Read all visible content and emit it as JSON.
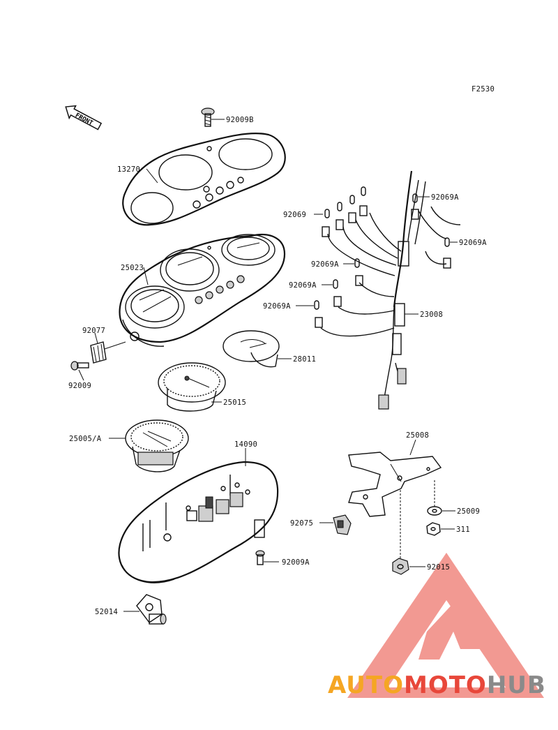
{
  "diagram": {
    "figure_code": "F2530",
    "front_label": "FRONT"
  },
  "parts": [
    {
      "id": "p-92009b",
      "label": "92009B"
    },
    {
      "id": "p-13270",
      "label": "13270"
    },
    {
      "id": "p-25023",
      "label": "25023"
    },
    {
      "id": "p-92077",
      "label": "92077"
    },
    {
      "id": "p-92009",
      "label": "92009"
    },
    {
      "id": "p-28011",
      "label": "28011"
    },
    {
      "id": "p-25015",
      "label": "25015"
    },
    {
      "id": "p-25005a",
      "label": "25005/A"
    },
    {
      "id": "p-14090",
      "label": "14090"
    },
    {
      "id": "p-92009a",
      "label": "92009A"
    },
    {
      "id": "p-52014",
      "label": "52014"
    },
    {
      "id": "p-92069",
      "label": "92069"
    },
    {
      "id": "p-92069a-1",
      "label": "92069A"
    },
    {
      "id": "p-92069a-2",
      "label": "92069A"
    },
    {
      "id": "p-92069a-3",
      "label": "92069A"
    },
    {
      "id": "p-92069a-4",
      "label": "92069A"
    },
    {
      "id": "p-92069a-5",
      "label": "92069A"
    },
    {
      "id": "p-23008",
      "label": "23008"
    },
    {
      "id": "p-25008",
      "label": "25008"
    },
    {
      "id": "p-25009",
      "label": "25009"
    },
    {
      "id": "p-311",
      "label": "311"
    },
    {
      "id": "p-92075",
      "label": "92075"
    },
    {
      "id": "p-92015",
      "label": "92015"
    }
  ],
  "watermark": {
    "part1": "AUTO",
    "part2": "MOTO",
    "part3": "HUB",
    "color_orange": "#f5a623",
    "color_red": "#e8473a",
    "color_gray": "#8a8a8a"
  }
}
